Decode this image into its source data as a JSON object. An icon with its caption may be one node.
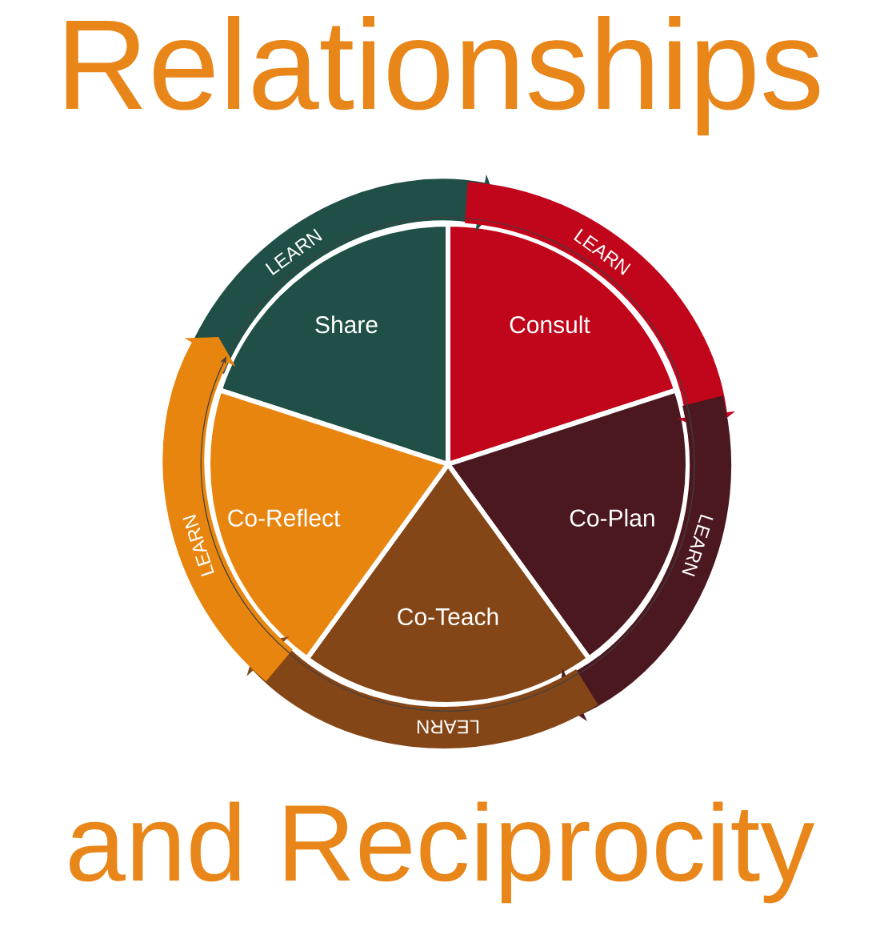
{
  "diagram": {
    "nodes": [
      {
        "text": [
          "Share"
        ]
      },
      {
        "text": [
          "Consult"
        ]
      },
      {
        "text": [
          "Co-Plan"
        ]
      },
      {
        "text": [
          "Co-Teach"
        ]
      },
      {
        "text": [
          "Co-Reflect"
        ]
      }
    ],
    "edges": [
      {
        "from": 0,
        "to": 1,
        "arrow": "to",
        "label": "LEARN",
        "color": "#1f4f46"
      },
      {
        "from": 1,
        "to": 2,
        "arrow": "to",
        "label": "LEARN",
        "color": "#c1051b"
      },
      {
        "from": 2,
        "to": 3,
        "arrow": "to",
        "label": "LEARN",
        "color": "#4b1820"
      },
      {
        "from": 3,
        "to": 4,
        "arrow": "to",
        "label": "LEARN",
        "color": "#854617"
      },
      {
        "from": 4,
        "to": 0,
        "arrow": "to",
        "label": "LEARN",
        "color": "#e8850f"
      }
    ],
    "labels": [
      "Relationships",
      "and Reciprocity"
    ]
  }
}
